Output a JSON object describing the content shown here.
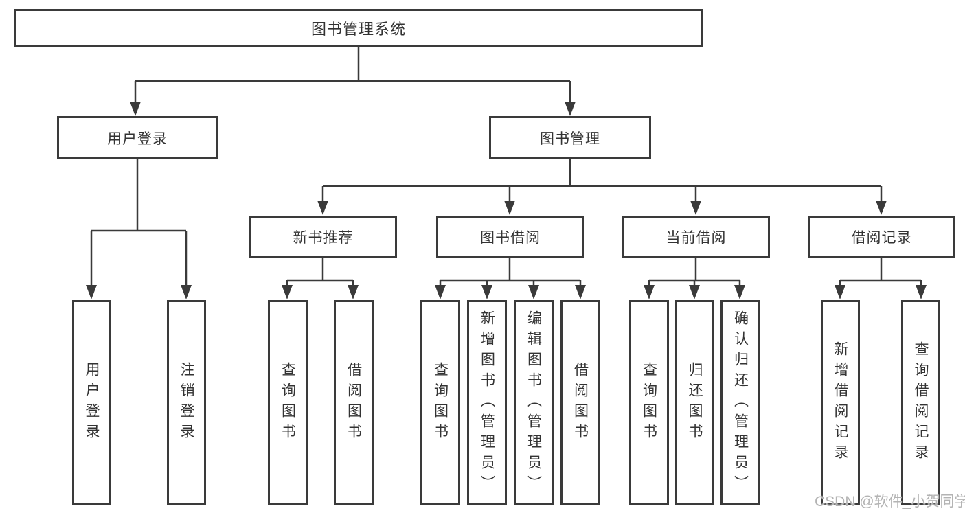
{
  "root": {
    "label": "图书管理系统"
  },
  "branches": [
    {
      "label": "用户登录",
      "children": [
        {
          "label": "用户登录"
        },
        {
          "label": "注销登录"
        }
      ]
    },
    {
      "label": "图书管理",
      "children": [
        {
          "label": "新书推荐",
          "children": [
            {
              "label": "查询图书"
            },
            {
              "label": "借阅图书"
            }
          ]
        },
        {
          "label": "图书借阅",
          "children": [
            {
              "label": "查询图书"
            },
            {
              "label": "新增图书（管理员）"
            },
            {
              "label": "编辑图书（管理员）"
            },
            {
              "label": "借阅图书"
            }
          ]
        },
        {
          "label": "当前借阅",
          "children": [
            {
              "label": "查询图书"
            },
            {
              "label": "归还图书"
            },
            {
              "label": "确认归还（管理员）"
            }
          ]
        },
        {
          "label": "借阅记录",
          "children": [
            {
              "label": "新增借阅记录"
            },
            {
              "label": "查询借阅记录"
            }
          ]
        }
      ]
    }
  ],
  "watermark": {
    "text": "CSDN @软件_小贺同学"
  },
  "colors": {
    "line": "#3a3a3a",
    "text": "#333333",
    "watermark": "#b3b3b3",
    "background": "#ffffff"
  }
}
